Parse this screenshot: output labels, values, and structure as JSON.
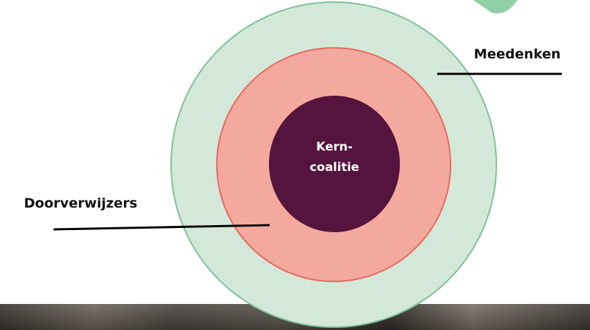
{
  "diagram": {
    "center_label_line1": "Kern-",
    "center_label_line2": "coalitie",
    "outer_ring_label": "Meedenken",
    "middle_ring_label": "Doorverwijzers",
    "colors": {
      "outer_fill": "#d4e8da",
      "outer_stroke": "#7fbf93",
      "middle_fill": "#f4a99e",
      "middle_stroke": "#e8675a",
      "core_fill": "#55143d",
      "corner_accent": "#8fd0a4",
      "leader_line": "#000000"
    }
  }
}
